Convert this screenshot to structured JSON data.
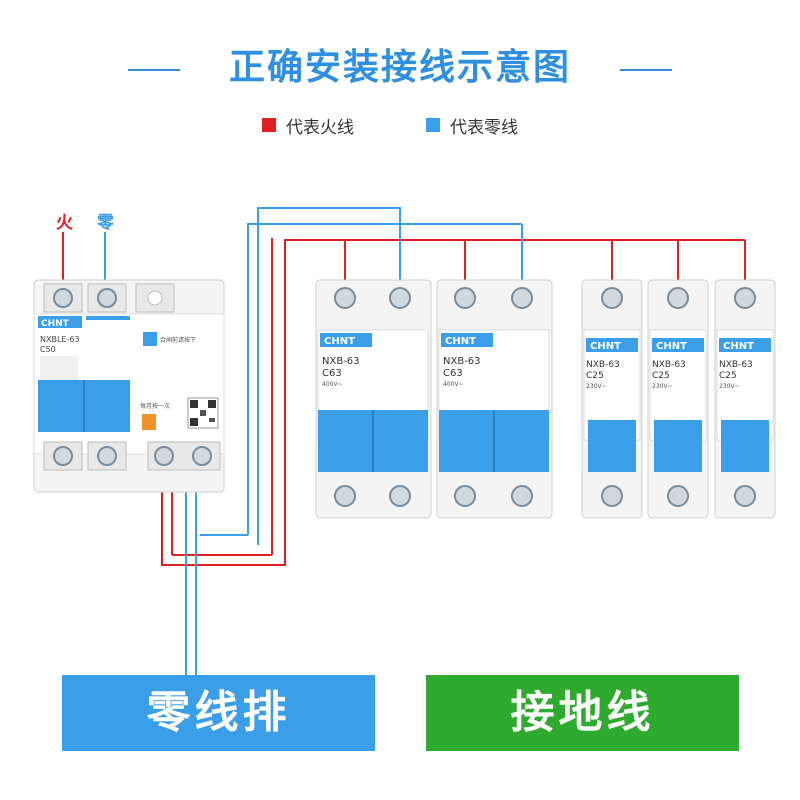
{
  "header": {
    "title": "正确安装接线示意图"
  },
  "legend": {
    "items": [
      {
        "label": "代表火线",
        "color": "#e02020"
      },
      {
        "label": "代表零线",
        "color": "#3a9ee8"
      }
    ]
  },
  "wire_labels": {
    "live": "火",
    "neutral": "零"
  },
  "colors": {
    "live": "#e02020",
    "neutral": "#3a9ee8",
    "title": "#2f8fe0",
    "neutral_bar": "#3a9ee8",
    "ground_bar": "#2eaa2e",
    "breaker_blue": "#3a9ee8"
  },
  "rcbo": {
    "brand": "CHNT",
    "model": "NXBLE-63",
    "rating": "C50",
    "notes": [
      "合闸前请按下",
      "每月按一次"
    ]
  },
  "breakers": [
    {
      "brand": "CHNT",
      "model": "NXB-63",
      "rating": "C63",
      "voltage": "400V~",
      "poles": 2
    },
    {
      "brand": "CHNT",
      "model": "NXB-63",
      "rating": "C63",
      "voltage": "400V~",
      "poles": 2
    },
    {
      "brand": "CHNT",
      "model": "NXB-63",
      "rating": "C25",
      "voltage": "230V~",
      "poles": 1
    },
    {
      "brand": "CHNT",
      "model": "NXB-63",
      "rating": "C25",
      "voltage": "230V~",
      "poles": 1
    },
    {
      "brand": "CHNT",
      "model": "NXB-63",
      "rating": "C25",
      "voltage": "230V~",
      "poles": 1
    }
  ],
  "bottom_bars": {
    "neutral_bar": "零线排",
    "ground_bar": "接地线"
  }
}
